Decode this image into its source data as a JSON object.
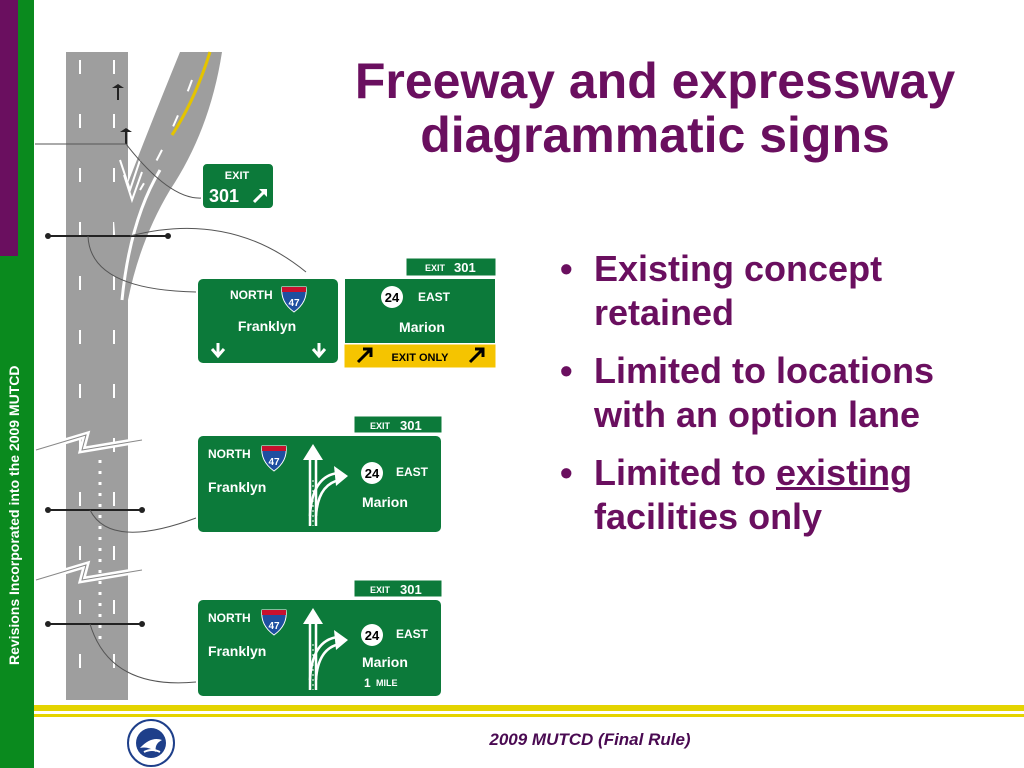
{
  "sidebar": {
    "text": "Revisions Incorporated into the 2009 MUTCD"
  },
  "title": {
    "line1": "Freeway and expressway",
    "line2": "diagrammatic signs"
  },
  "bullets": [
    {
      "text": "Existing concept retained"
    },
    {
      "text": "Limited to locations with an option lane"
    },
    {
      "prefix": "Limited to ",
      "emphasis": "existing",
      "suffix": " facilities only"
    }
  ],
  "signs": {
    "exit_label": "EXIT",
    "exit_number": "301",
    "north": "NORTH",
    "east": "EAST",
    "interstate": "47",
    "state_route": "24",
    "franklyn": "Franklyn",
    "marion": "Marion",
    "exit_only": "EXIT ONLY",
    "one": "1",
    "mile": "MILE"
  },
  "footer": {
    "text": "2009 MUTCD (Final Rule)"
  },
  "colors": {
    "purple": "#6a0f5f",
    "green": "#0a8a1e",
    "sign_green": "#0c7a3a",
    "yellow": "#e4d400"
  }
}
